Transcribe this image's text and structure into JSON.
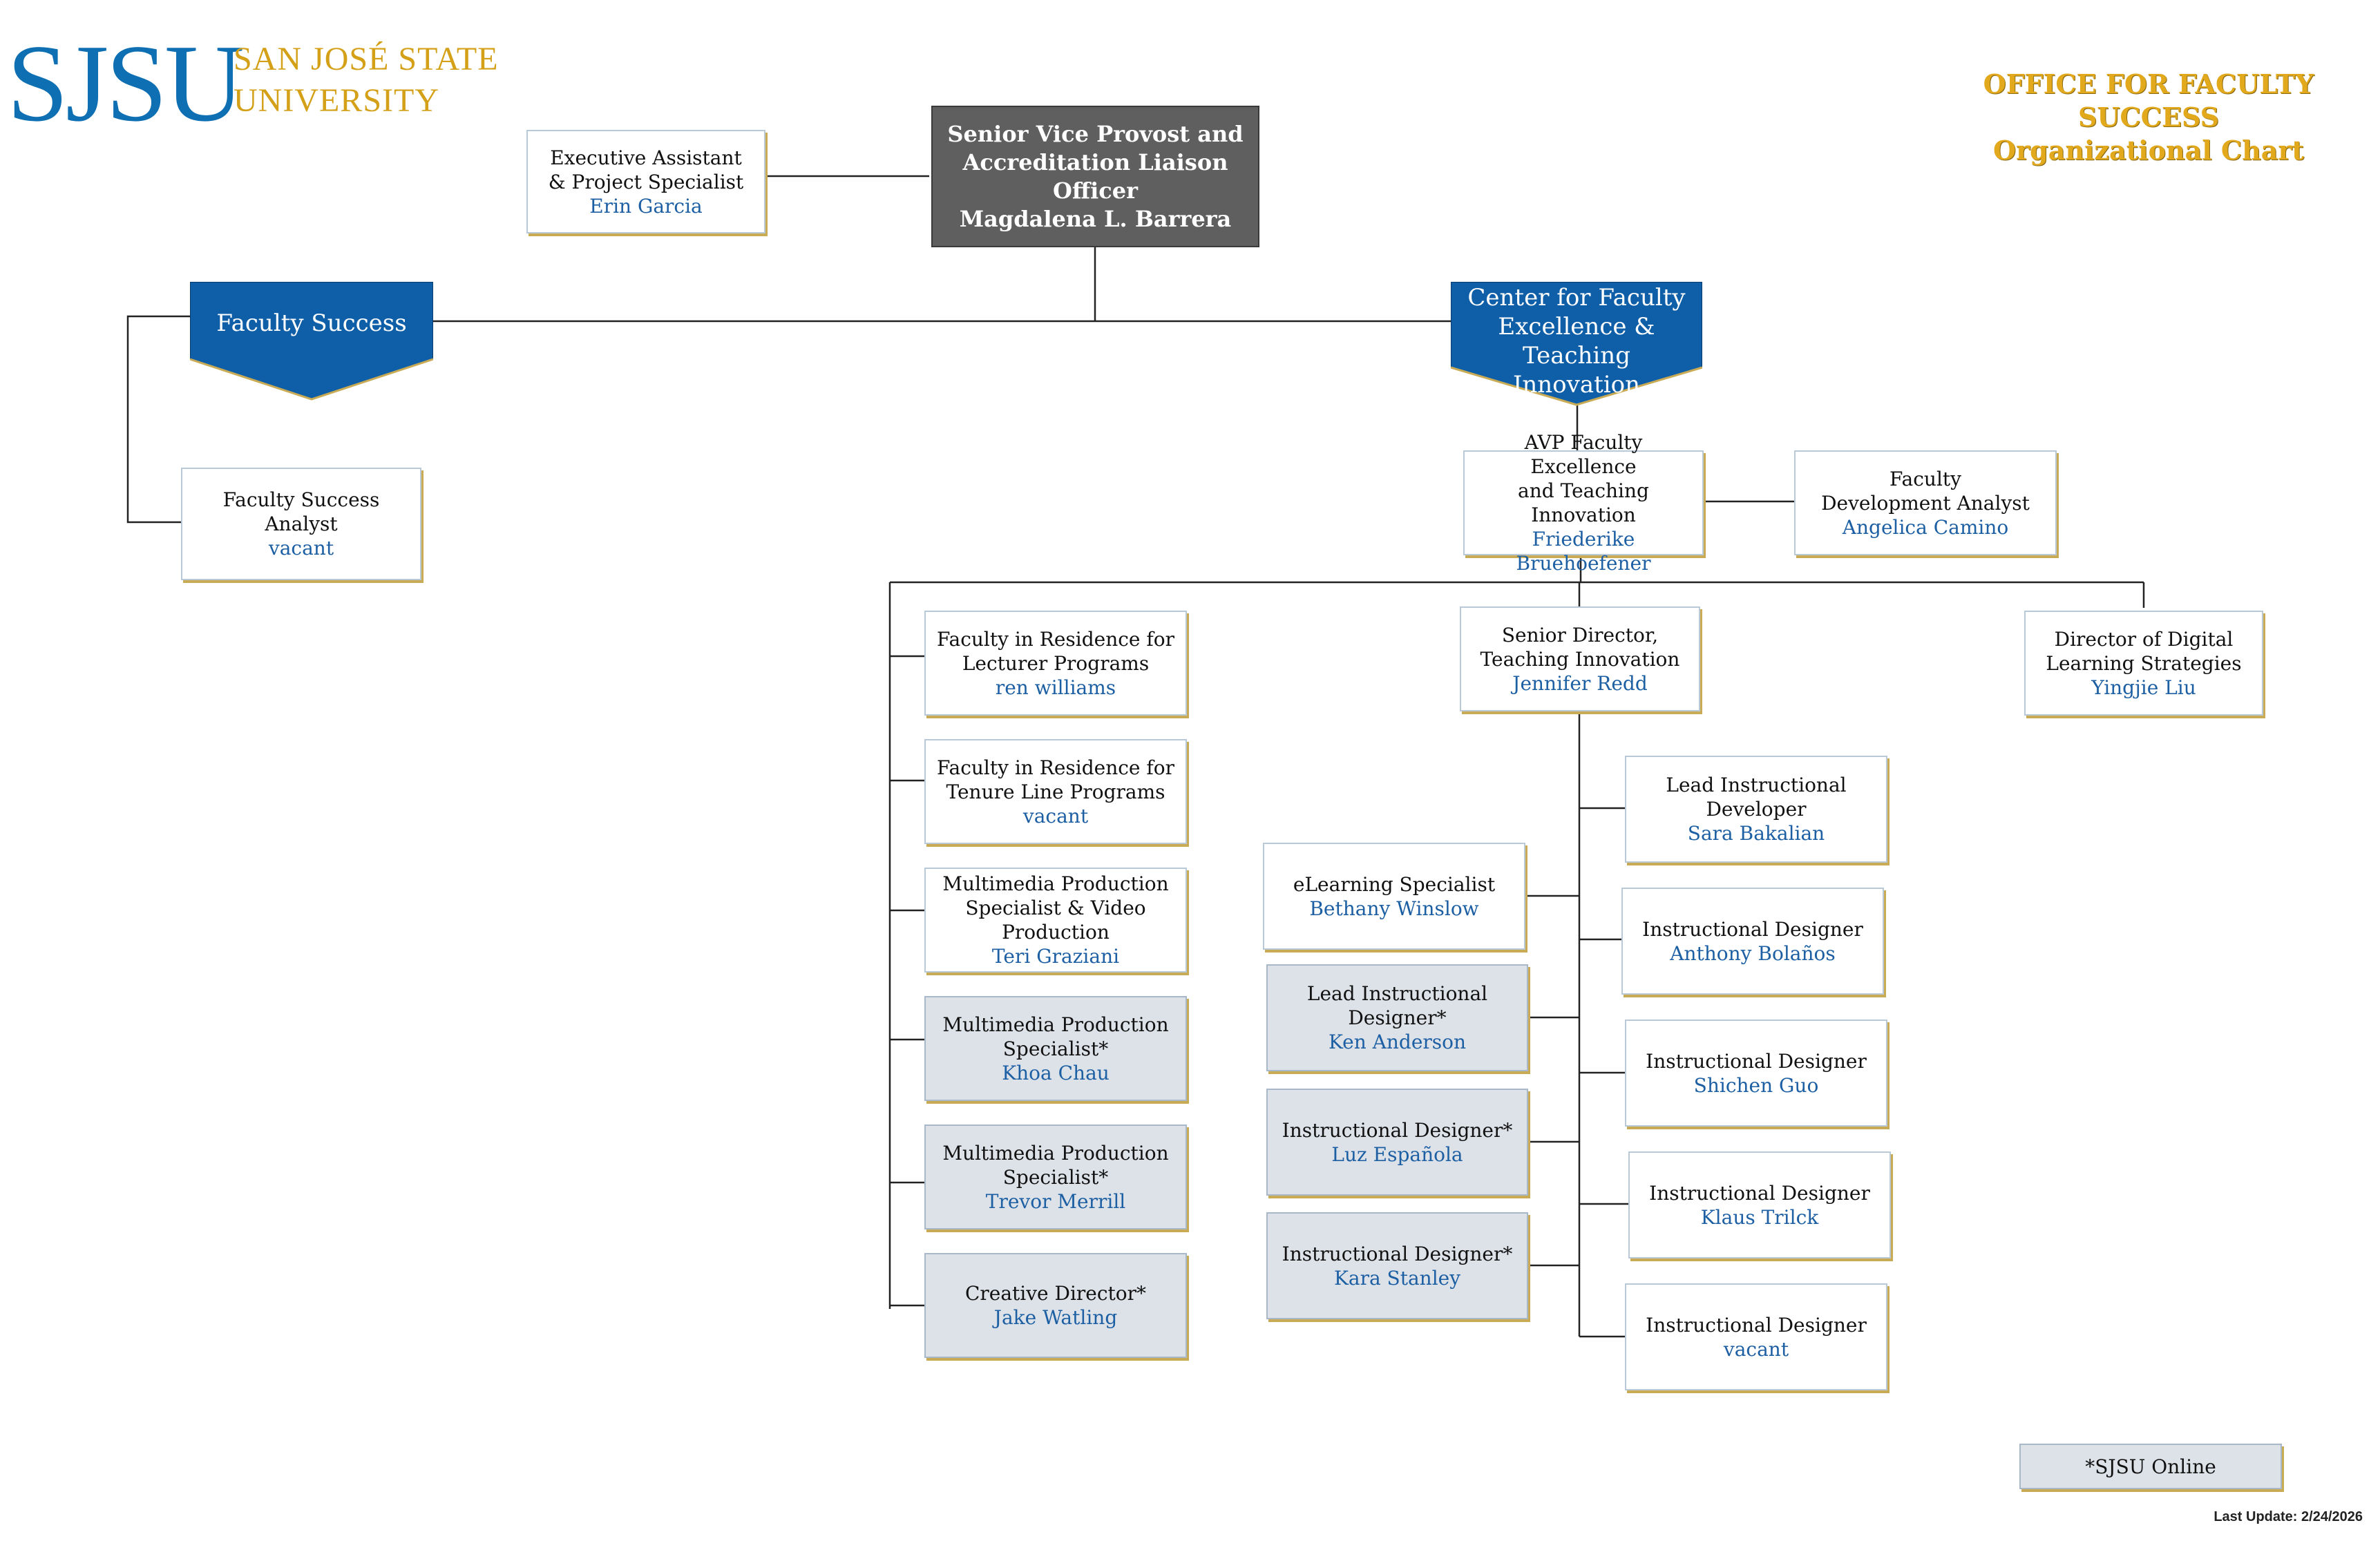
{
  "logo": {
    "mark": "SJSU",
    "line1": "SAN JOSÉ STATE",
    "line2": "UNIVERSITY"
  },
  "title": {
    "line1": "OFFICE FOR FACULTY SUCCESS",
    "line2": "Organizational Chart"
  },
  "colors": {
    "brand_blue": "#0f5fa8",
    "gold": "#d4a017",
    "exec_grey": "#5f5f5f",
    "online_fill": "#dde2e9",
    "name_blue": "#1d5fa3"
  },
  "exec": {
    "line1": "Senior Vice Provost and",
    "line2": "Accreditation Liaison Officer",
    "name": "Magdalena L. Barrera"
  },
  "assistant": {
    "line1": "Executive Assistant",
    "line2": "& Project Specialist",
    "name": "Erin Garcia"
  },
  "faculty_success": {
    "label": "Faculty Success"
  },
  "fs_analyst": {
    "line1": "Faculty Success Analyst",
    "name": "vacant"
  },
  "cfeti": {
    "line1": "Center for Faculty",
    "line2": "Excellence & Teaching",
    "line3": "Innovation"
  },
  "avp": {
    "line1": "AVP Faculty Excellence",
    "line2": "and Teaching Innovation",
    "name": "Friederike Bruehoefener"
  },
  "fd_analyst": {
    "line1": "Faculty",
    "line2": "Development Analyst",
    "name": "Angelica Camino"
  },
  "left_column": [
    {
      "line1": "Faculty in Residence for",
      "line2": "Lecturer Programs",
      "name": "ren williams"
    },
    {
      "line1": "Faculty in Residence for",
      "line2": "Tenure Line Programs",
      "name": "vacant"
    },
    {
      "line1": "Multimedia Production",
      "line2": "Specialist & Video",
      "line3": "Production",
      "name": "Teri Graziani"
    },
    {
      "line1": "Multimedia Production",
      "line2": "Specialist*",
      "name": "Khoa Chau"
    },
    {
      "line1": "Multimedia Production",
      "line2": "Specialist*",
      "name": "Trevor Merrill"
    },
    {
      "line1": "Creative Director*",
      "name": "Jake Watling"
    }
  ],
  "senior_director": {
    "line1": "Senior Director,",
    "line2": "Teaching Innovation",
    "name": "Jennifer Redd"
  },
  "digital_director": {
    "line1": "Director of Digital",
    "line2": "Learning Strategies",
    "name": "Yingjie Liu"
  },
  "mid_left": [
    {
      "line1": "eLearning Specialist",
      "name": "Bethany Winslow"
    },
    {
      "line1": "Lead Instructional Designer*",
      "name": "Ken Anderson"
    },
    {
      "line1": "Instructional Designer*",
      "name": "Luz Española"
    },
    {
      "line1": "Instructional Designer*",
      "name": "Kara Stanley"
    }
  ],
  "mid_right": [
    {
      "line1": "Lead Instructional",
      "line2": "Developer",
      "name": "Sara Bakalian"
    },
    {
      "line1": "Instructional Designer",
      "name": "Anthony Bolaños"
    },
    {
      "line1": "Instructional Designer",
      "name": "Shichen Guo"
    },
    {
      "line1": "Instructional Designer",
      "name": "Klaus Trilck"
    },
    {
      "line1": "Instructional Designer",
      "name": "vacant"
    }
  ],
  "legend": {
    "label": "*SJSU  Online"
  },
  "footer": {
    "updated": "Last Update: 2/24/2026"
  }
}
